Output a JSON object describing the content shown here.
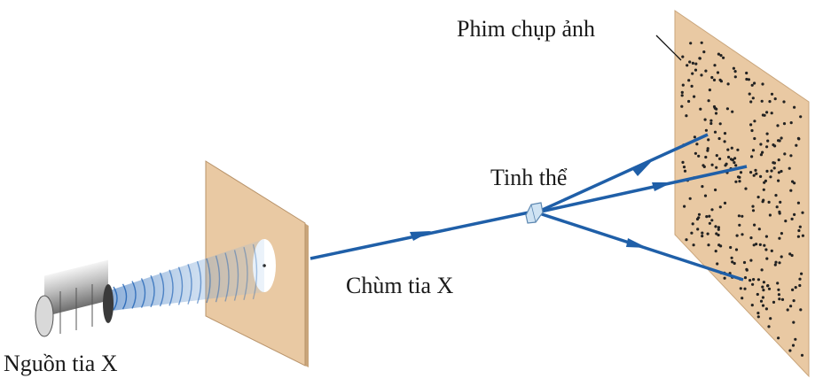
{
  "labels": {
    "film": "Phim chụp ảnh",
    "crystal": "Tinh thể",
    "beam": "Chùm tia X",
    "source": "Nguồn tia X"
  },
  "colors": {
    "beam": "#1f5fa8",
    "plate": "#e9c9a3",
    "plate_edge": "#c9a57b",
    "dots": "#222222",
    "crystal": "#cfe3f3"
  },
  "icons": {
    "source": "x-ray-tube-icon",
    "crystal": "crystal-icon"
  }
}
